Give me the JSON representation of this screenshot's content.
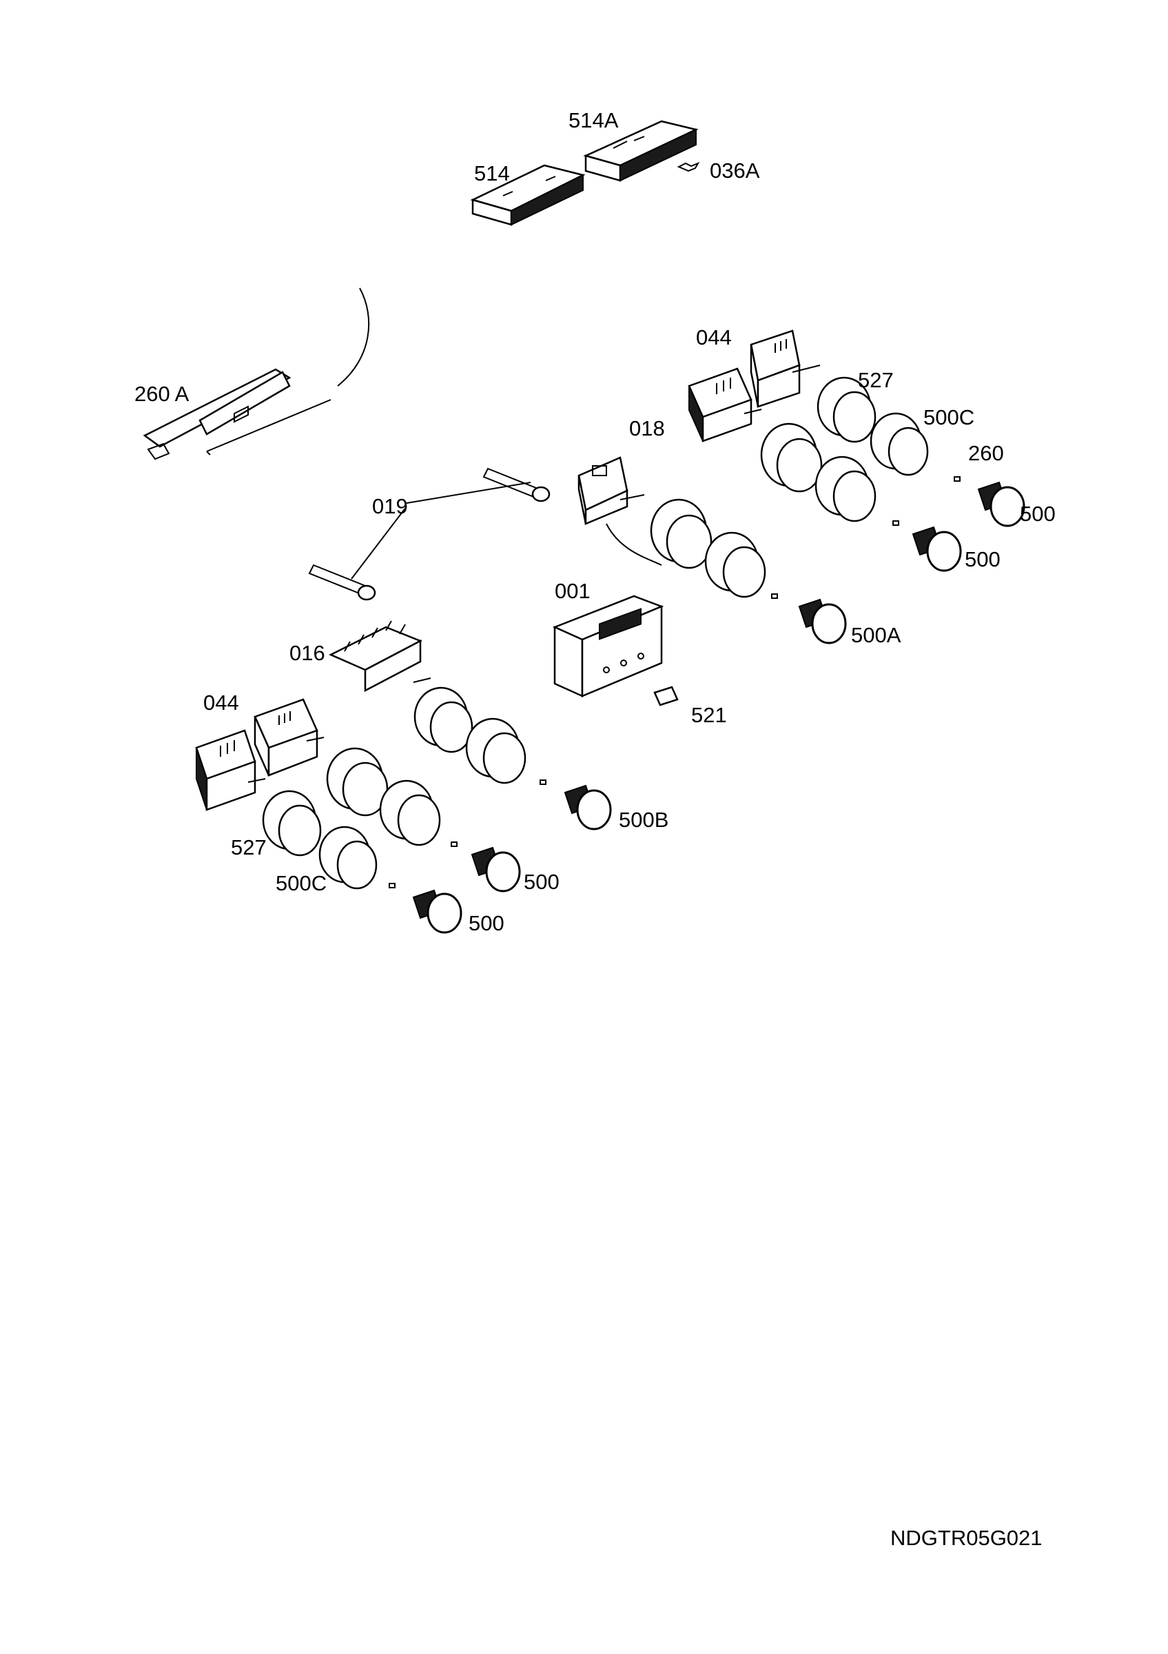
{
  "part_labels": {
    "p514A": "514A",
    "p514": "514",
    "p036A": "036A",
    "p260A": "260 A",
    "p044_top": "044",
    "p527_top": "527",
    "p500C_top": "500C",
    "p018": "018",
    "p260": "260",
    "p500_r1": "500",
    "p500_r2": "500",
    "p019": "019",
    "p001": "001",
    "p500A": "500A",
    "p016": "016",
    "p521": "521",
    "p044_bottom": "044",
    "p500B": "500B",
    "p527_bottom": "527",
    "p500_b1": "500",
    "p500C_bottom": "500C",
    "p500_b2": "500"
  },
  "drawing_code": "NDGTR05G021"
}
